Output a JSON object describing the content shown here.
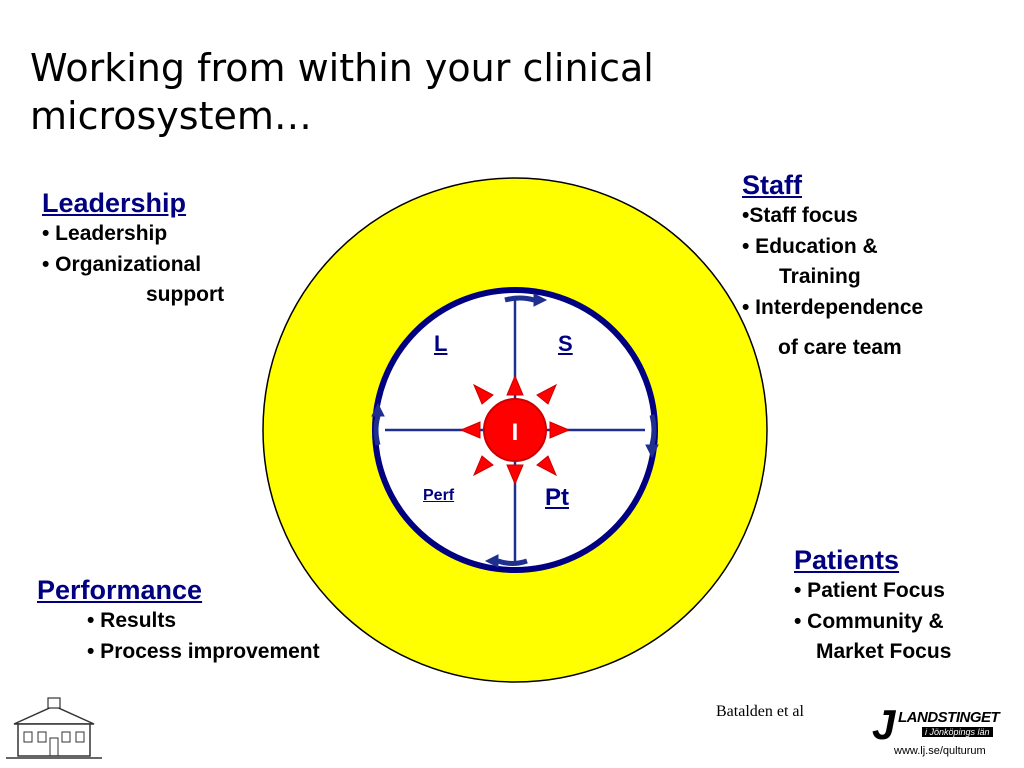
{
  "title": "Working from within your clinical microsystem…",
  "leadership": {
    "heading": "Leadership",
    "items": [
      "• Leadership",
      "• Organizational",
      "support"
    ]
  },
  "staff": {
    "heading": "Staff",
    "items": [
      "•Staff focus",
      "• Education &",
      "Training",
      "• Interdependence",
      "of care team"
    ]
  },
  "performance": {
    "heading": "Performance",
    "items": [
      "• Results",
      "• Process improvement"
    ]
  },
  "patients": {
    "heading": "Patients",
    "items": [
      "• Patient Focus",
      "• Community &",
      "Market Focus"
    ]
  },
  "diagram": {
    "quadrant_labels": {
      "top_left": "L",
      "top_right": "S",
      "bottom_left": "Perf",
      "bottom_right": "Pt"
    },
    "center_label": "I",
    "colors": {
      "outer_ring": "#ffff00",
      "inner_ring": "#000080",
      "center": "#ff0000",
      "arrow": "#1f2f8f"
    }
  },
  "credit": "Batalden et al",
  "logo": {
    "name": "LANDSTINGET",
    "subtitle": "i Jönköpings län",
    "url": "www.lj.se/qulturum"
  }
}
